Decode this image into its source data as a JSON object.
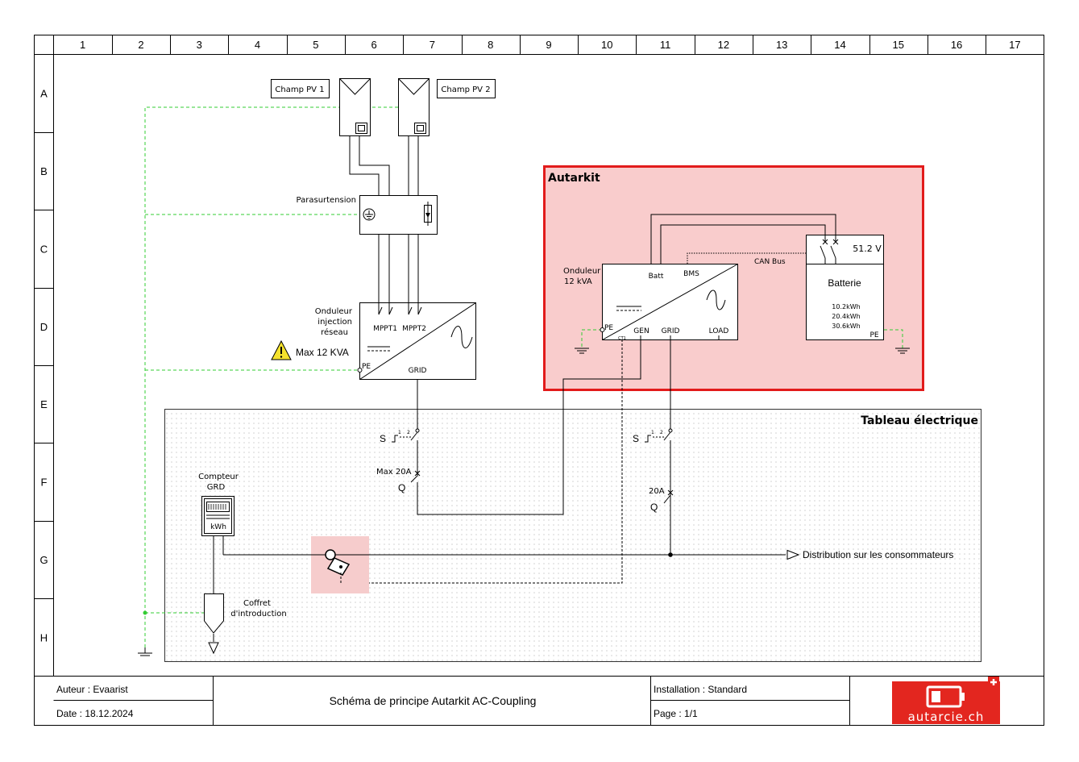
{
  "grid": {
    "columns": [
      "1",
      "2",
      "3",
      "4",
      "5",
      "6",
      "7",
      "8",
      "9",
      "10",
      "11",
      "12",
      "13",
      "14",
      "15",
      "16",
      "17"
    ],
    "rows": [
      "A",
      "B",
      "C",
      "D",
      "E",
      "F",
      "G",
      "H"
    ]
  },
  "colors": {
    "earth": "#33cc33",
    "autarkit_fill": "#f9cccc",
    "autarkit_border": "#e21b1b",
    "brand_red": "#e3261f"
  },
  "pv": {
    "field1": "Champ PV 1",
    "field2": "Champ PV 2"
  },
  "surge": {
    "label": "Parasurtension"
  },
  "grid_inverter": {
    "label_line1": "Onduleur",
    "label_line2": "injection",
    "label_line3": "réseau",
    "mppt1": "MPPT1",
    "mppt2": "MPPT2",
    "pe": "PE",
    "grid": "GRID",
    "warning": "Max 12 KVA"
  },
  "autarkit": {
    "title": "Autarkit",
    "inverter_line1": "Onduleur",
    "inverter_line2": "12 kVA",
    "batt": "Batt",
    "bms": "BMS",
    "can_bus": "CAN Bus",
    "pe": "PE",
    "gen": "GEN",
    "grid": "GRID",
    "load": "LOAD",
    "ct": "CT1",
    "battery_voltage": "51.2 V",
    "battery_title": "Batterie",
    "battery_cap1": "10.2kWh",
    "battery_cap2": "20.4kWh",
    "battery_cap3": "30.6kWh",
    "battery_pe": "PE"
  },
  "panel": {
    "title": "Tableau électrique",
    "s1": "S",
    "q1": "Q",
    "max1": "Max 20A",
    "s2": "S",
    "q2": "Q",
    "max2": "20A",
    "pin1": "1",
    "pin2": "2",
    "meter_line1": "Compteur",
    "meter_line2": "GRD",
    "meter_unit": "kWh",
    "coffret_line1": "Coffret",
    "coffret_line2": "d'introduction",
    "distribution": "Distribution sur les consommateurs"
  },
  "titleblock": {
    "author": "Auteur : Evaarist",
    "date": "Date : 18.12.2024",
    "title": "Schéma de principe Autarkit AC-Coupling",
    "installation": "Installation : Standard",
    "page": "Page : 1/1",
    "logo_text": "autarcie.ch"
  }
}
